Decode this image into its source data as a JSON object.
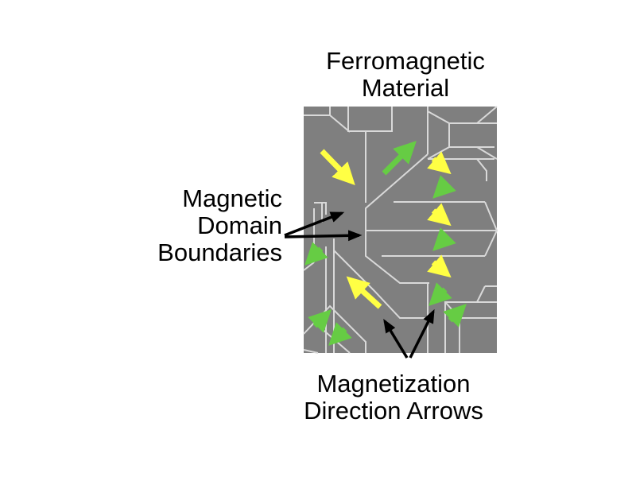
{
  "title": {
    "line1": "Ferromagnetic",
    "line2": "Material"
  },
  "domain_label": {
    "line1": "Magnetic",
    "line2": "Domain",
    "line3": "Boundaries"
  },
  "arrows_label": {
    "line1": "Magnetization",
    "line2": "Direction Arrows"
  },
  "colors": {
    "material": "#7f7f7f",
    "boundary": "#d9d9d9",
    "yellow_arrow": "#ffff44",
    "green_arrow": "#66cc44",
    "pointer": "#000000"
  }
}
